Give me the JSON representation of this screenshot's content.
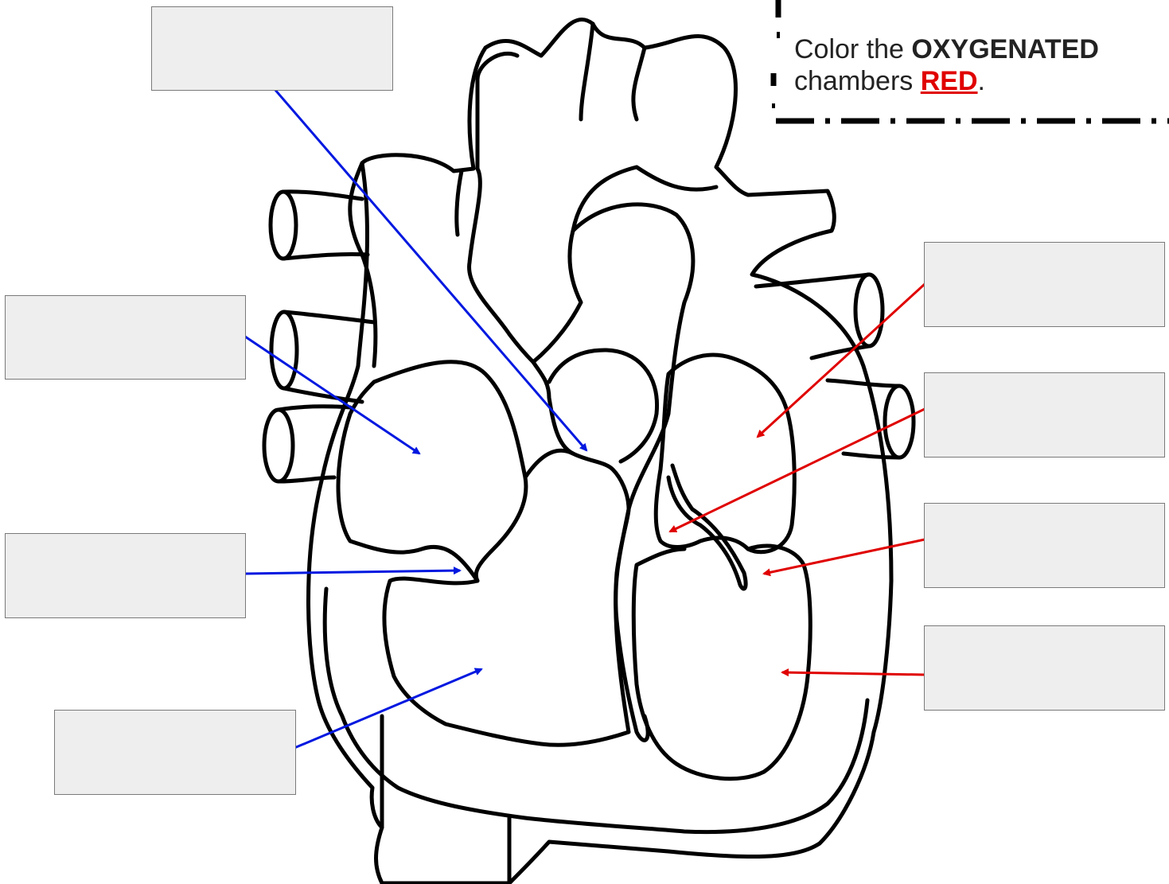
{
  "instruction": {
    "prefix": "Color the ",
    "keyword": "OXYGENATED",
    "middle": "chambers ",
    "color_word": "RED",
    "suffix": ".",
    "color_word_hex": "#e00000"
  },
  "colors": {
    "deoxygenated_arrow": "#0018e0",
    "oxygenated_arrow": "#e00000",
    "outline": "#000000",
    "label_box_fill": "#eeeeee",
    "label_box_border": "#7a7a7a"
  },
  "label_boxes": [
    {
      "id": "label-top-center",
      "text": ""
    },
    {
      "id": "label-left-upper",
      "text": ""
    },
    {
      "id": "label-left-middle",
      "text": ""
    },
    {
      "id": "label-left-lower",
      "text": ""
    },
    {
      "id": "label-right-1",
      "text": ""
    },
    {
      "id": "label-right-2",
      "text": ""
    },
    {
      "id": "label-right-3",
      "text": ""
    },
    {
      "id": "label-right-4",
      "text": ""
    }
  ]
}
